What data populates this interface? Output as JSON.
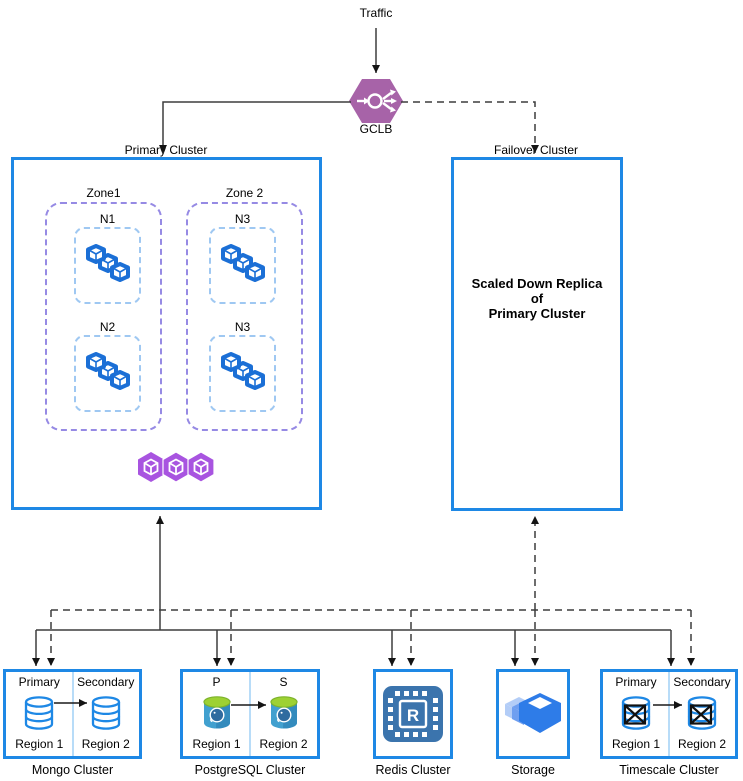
{
  "traffic": {
    "label": "Traffic"
  },
  "gclb": {
    "label": "GCLB"
  },
  "primary": {
    "label": "Primary Cluster",
    "zone1": {
      "label": "Zone1",
      "node_top": "N1",
      "node_bottom": "N2"
    },
    "zone2": {
      "label": "Zone 2",
      "node_top": "N3",
      "node_bottom": "N3"
    }
  },
  "failover": {
    "label": "Failover Cluster",
    "text": "Scaled Down Replica\nof\nPrimary Cluster"
  },
  "clusters": {
    "mongo": {
      "title": "Mongo Cluster",
      "left_role": "Primary",
      "right_role": "Secondary",
      "left_region": "Region 1",
      "right_region": "Region 2"
    },
    "postgres": {
      "title": "PostgreSQL Cluster",
      "left_role": "P",
      "right_role": "S",
      "left_region": "Region 1",
      "right_region": "Region 2"
    },
    "redis": {
      "title": "Redis Cluster",
      "icon_letter": "R"
    },
    "storage": {
      "title": "Storage"
    },
    "timescale": {
      "title": "Timescale Cluster",
      "left_role": "Primary",
      "right_role": "Secondary",
      "left_region": "Region 1",
      "right_region": "Region 2"
    }
  },
  "colors": {
    "cluster_border": "#1e88e5",
    "zone_dash": "#968ae4",
    "node_dash": "#9fc8f2",
    "gclb_purple": "#a763a8",
    "gke_purple": "#a854e0",
    "node_cube_blue": "#1b6fd6",
    "redis_blue": "#3b74ad",
    "storage_blue": "#2e7ce8",
    "postgres_green": "#9dd133",
    "postgres_body": "#41a0cf"
  }
}
